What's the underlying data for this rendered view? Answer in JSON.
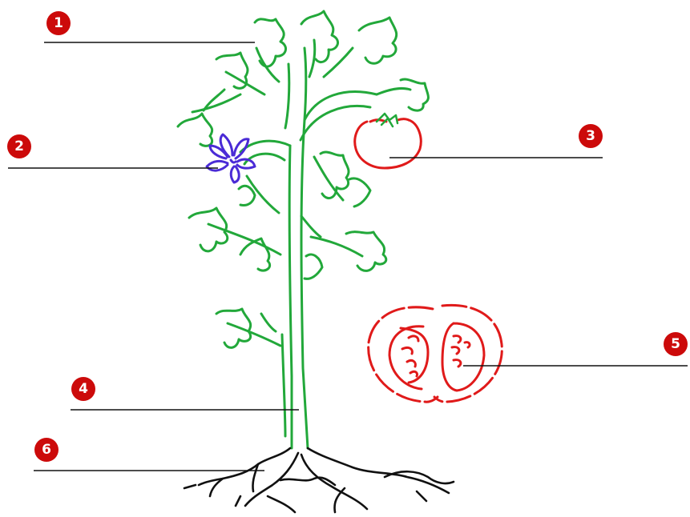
{
  "colors": {
    "badge": "#cc0a0a",
    "leader_line": "#111111",
    "plant": "#22a83a",
    "flower": "#4a2bd6",
    "fruit": "#e01a1a",
    "roots": "#111111",
    "background": "#ffffff"
  },
  "callouts": [
    {
      "number": "1",
      "part": "leaves"
    },
    {
      "number": "2",
      "part": "flower"
    },
    {
      "number": "3",
      "part": "fruit"
    },
    {
      "number": "4",
      "part": "stem"
    },
    {
      "number": "5",
      "part": "fruit-cross-section"
    },
    {
      "number": "6",
      "part": "roots"
    }
  ]
}
